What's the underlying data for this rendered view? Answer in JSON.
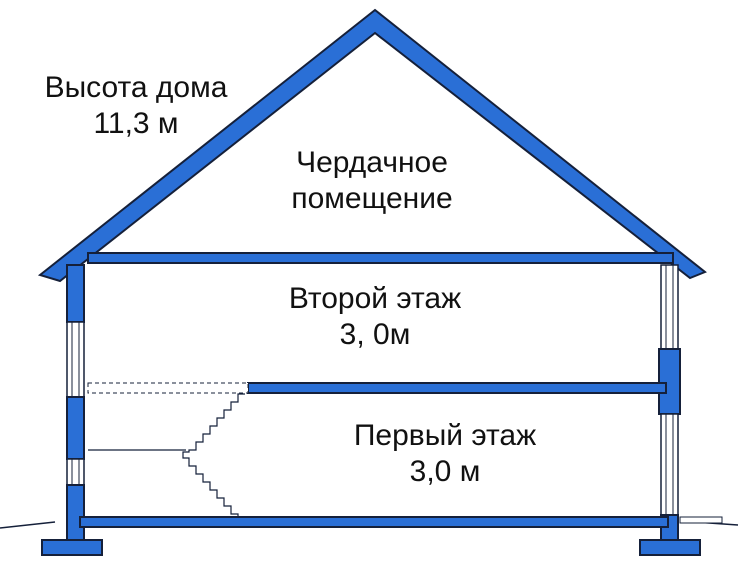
{
  "labels": {
    "house_height_title": "Высота дома",
    "house_height_value": "11,3 м",
    "attic_line1": "Чердачное",
    "attic_line2": "помещение",
    "second_floor_title": "Второй этаж",
    "second_floor_height": "3, 0м",
    "first_floor_title": "Первый этаж",
    "first_floor_height": "3,0 м"
  },
  "colors": {
    "structure_fill": "#2a6fd6",
    "outline": "#15203a",
    "text": "#111111",
    "background": "#ffffff"
  }
}
